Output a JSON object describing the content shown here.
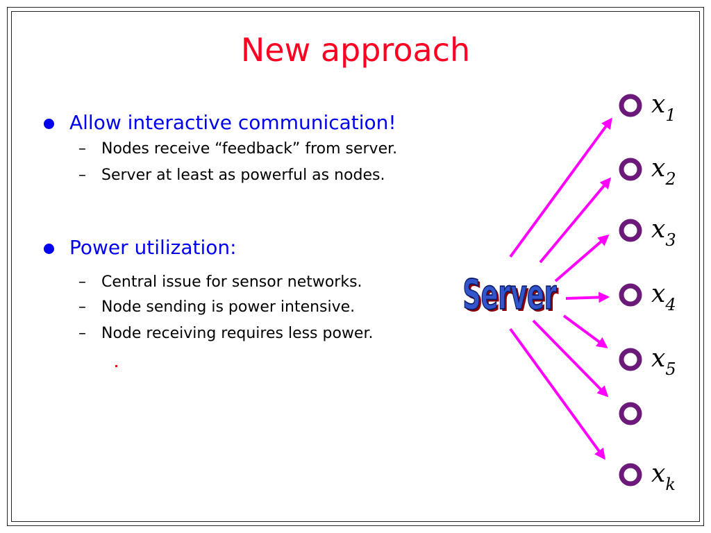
{
  "slide": {
    "title": "New approach",
    "bullets": [
      {
        "text": "Allow interactive communication!",
        "subs": [
          "Nodes receive “feedback” from server.",
          "Server at least as powerful as nodes."
        ]
      },
      {
        "text": "Power utilization:",
        "subs": [
          "Central issue for sensor networks.",
          "Node sending is power intensive.",
          "Node receiving requires less power."
        ]
      }
    ],
    "dash": "–"
  },
  "diagram": {
    "server_label": "Server",
    "nodes": [
      {
        "var": "x",
        "sub": "1"
      },
      {
        "var": "x",
        "sub": "2"
      },
      {
        "var": "x",
        "sub": "3"
      },
      {
        "var": "x",
        "sub": "4"
      },
      {
        "var": "x",
        "sub": "5"
      },
      {
        "var": "",
        "sub": ""
      },
      {
        "var": "x",
        "sub": "k"
      }
    ],
    "colors": {
      "title": "#ff0022",
      "bullet": "#0000ee",
      "arrow": "#ff00ff",
      "node_ring": "#6b1a7a",
      "server_fill": "#3355cc",
      "server_shadow": "#8b0000"
    }
  }
}
